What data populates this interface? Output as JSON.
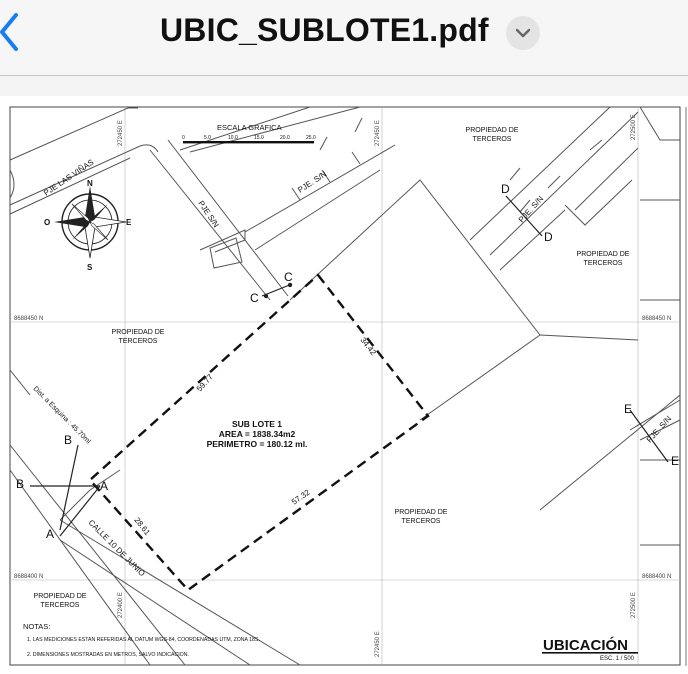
{
  "header": {
    "title": "UBIC_SUBLOTE1.pdf"
  },
  "map": {
    "streets": {
      "las_vinas": "PJE LAS VIÑAS",
      "pje_sn_1": "PJE S/N",
      "pje_sn_2": "PJE. S/N",
      "pje_sn_3": "PJE. S/N",
      "pje_sn_4": "PJE. S/N",
      "calle": "CALLE 10 DE JUNIO"
    },
    "scale": {
      "title": "ESCALA GRAFICA",
      "ticks": [
        "0",
        "5.0",
        "10.0",
        "15.0",
        "20.0",
        "25.0"
      ]
    },
    "compass": {
      "n": "N",
      "s": "S",
      "e": "E",
      "o": "O"
    },
    "third_party": {
      "top": [
        "PROPIEDAD DE",
        "TERCEROS"
      ],
      "right": [
        "PROPIEDAD DE",
        "TERCEROS"
      ],
      "left": [
        "PROPIEDAD DE",
        "TERCEROS"
      ],
      "center": [
        "PROPIEDAD DE",
        "TERCEROS"
      ],
      "bottom_left": [
        "PROPIEDAD DE",
        "TERCEROS"
      ]
    },
    "grid": {
      "n_upper_left": "8688450 N",
      "n_upper_right": "8688450 N",
      "n_lower_left": "8688400 N",
      "n_lower_right": "8688400 N",
      "e_top_left": "272450 E",
      "e_top_mid": "272450 E",
      "e_top_right": "272500 E",
      "e_bottom_left": "272400 E",
      "e_bottom_mid": "272450 E",
      "e_bottom_right": "272500 E"
    },
    "lot": {
      "name": "SUB LOTE 1",
      "area": "AREA = 1838.34m2",
      "perimeter": "PERIMETRO = 180.12 ml.",
      "sides": {
        "nw": "59.77",
        "ne": "34.42",
        "se": "57.32",
        "sw": "28.61"
      }
    },
    "distance_label": "Dist. a Esquina : 45.70ml",
    "section_marks": [
      "A",
      "A",
      "B",
      "B",
      "C",
      "C",
      "D",
      "D",
      "E",
      "E"
    ],
    "notes": {
      "title": "NOTAS:",
      "items": [
        "1. LAS MEDICIONES ESTAN REFERIDAS AL DATUM WGS-84,  COORDENADAS UTM, ZONA 18S.",
        "2. DIMENSIONES MOSTRADAS EN METROS, SALVO INDICACION."
      ]
    },
    "location": {
      "title": "UBICACIÓN",
      "scale": "ESC. 1 / 500"
    }
  }
}
